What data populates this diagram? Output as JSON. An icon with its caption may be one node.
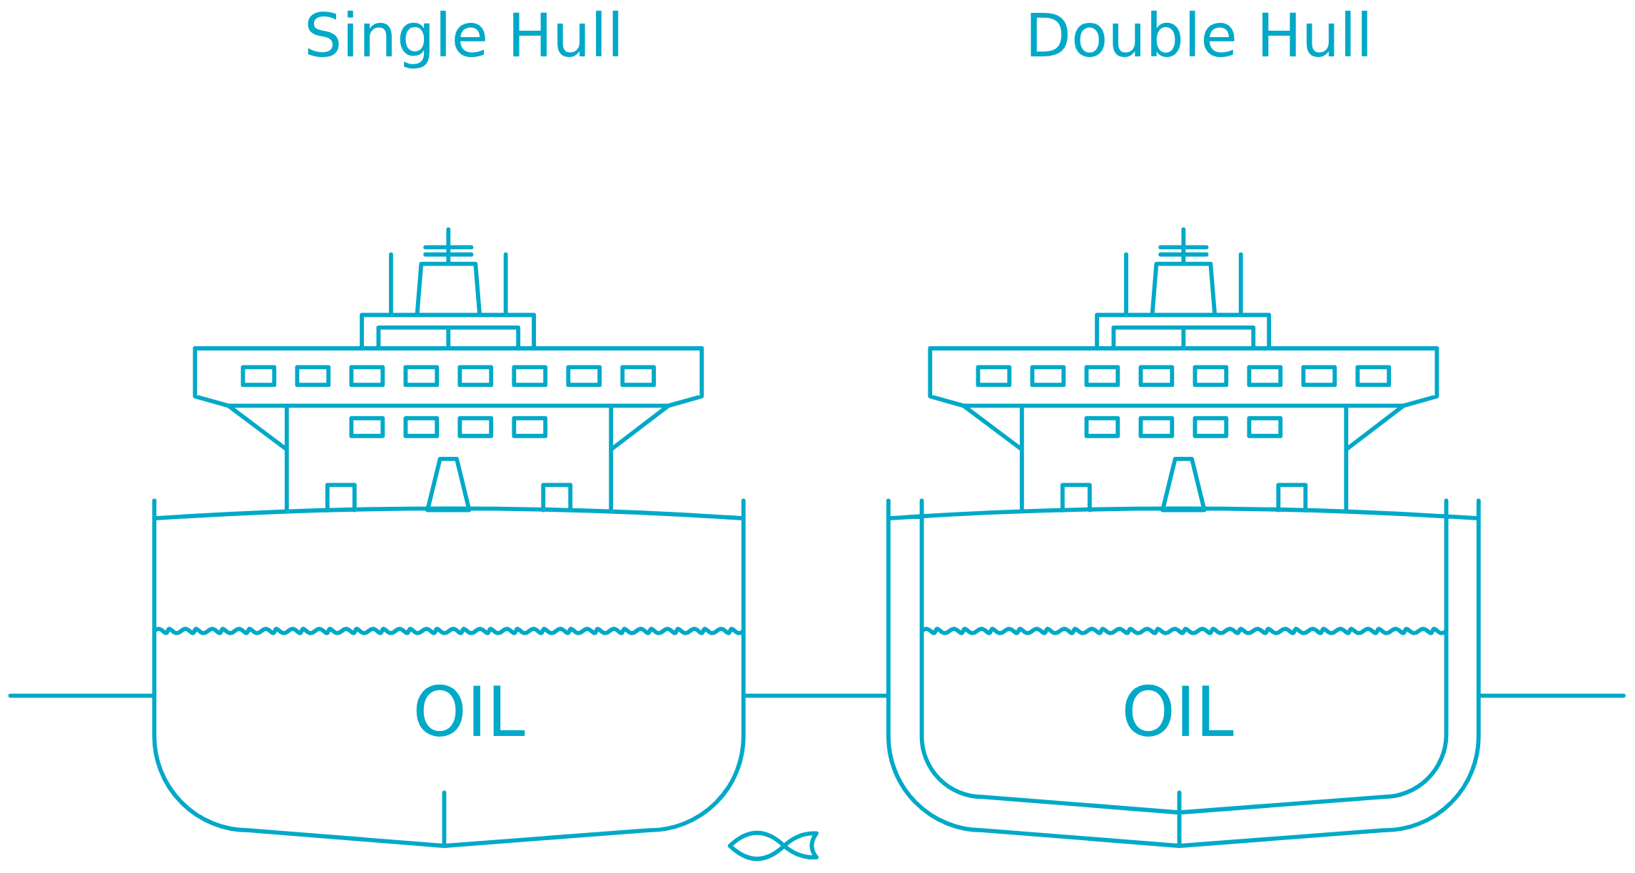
{
  "diagram": {
    "labels": [
      "Single Hull",
      "Double Hull",
      "OIL",
      "OIL"
    ]
  }
}
